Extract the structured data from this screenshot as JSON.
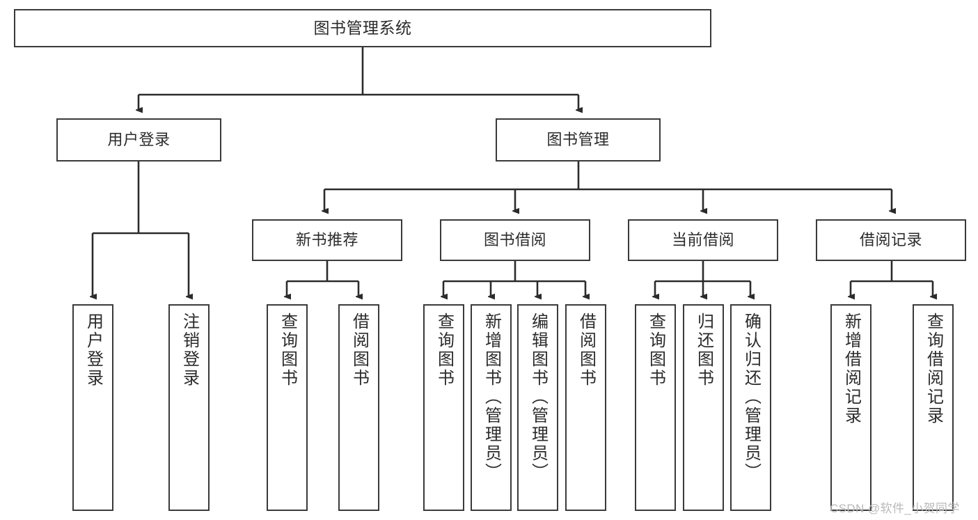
{
  "diagram": {
    "title": "图书管理系统",
    "type": "tree",
    "root": {
      "id": "root",
      "label": "图书管理系统"
    },
    "level2": [
      {
        "id": "user-login",
        "label": "用户登录"
      },
      {
        "id": "book-manage",
        "label": "图书管理"
      }
    ],
    "level3": [
      {
        "id": "new-book-rec",
        "label": "新书推荐"
      },
      {
        "id": "book-borrow",
        "label": "图书借阅"
      },
      {
        "id": "current-borrow",
        "label": "当前借阅"
      },
      {
        "id": "borrow-record",
        "label": "借阅记录"
      }
    ],
    "leaves": {
      "user_login": [
        {
          "id": "leaf-user-login",
          "label": "用户登录"
        },
        {
          "id": "leaf-logout-login",
          "label": "注销登录"
        }
      ],
      "new_book_rec": [
        {
          "id": "leaf-query-book-1",
          "label": "查询图书"
        },
        {
          "id": "leaf-borrow-book-1",
          "label": "借阅图书"
        }
      ],
      "book_borrow": [
        {
          "id": "leaf-query-book-2",
          "label": "查询图书"
        },
        {
          "id": "leaf-add-book",
          "label": "新增图书（管理员）"
        },
        {
          "id": "leaf-edit-book",
          "label": "编辑图书（管理员）"
        },
        {
          "id": "leaf-borrow-book-2",
          "label": "借阅图书"
        }
      ],
      "current_borrow": [
        {
          "id": "leaf-query-book-3",
          "label": "查询图书"
        },
        {
          "id": "leaf-return-book",
          "label": "归还图书"
        },
        {
          "id": "leaf-confirm-return",
          "label": "确认归还（管理员）"
        }
      ],
      "borrow_record": [
        {
          "id": "leaf-add-record",
          "label": "新增借阅记录"
        },
        {
          "id": "leaf-query-record",
          "label": "查询借阅记录"
        }
      ]
    }
  },
  "watermark": {
    "text": "CSDN @软件_小贺同学"
  },
  "colors": {
    "border": "#3a3a3a",
    "text": "#2b2b2b",
    "background": "#ffffff",
    "watermark": "#b9b9b9"
  }
}
